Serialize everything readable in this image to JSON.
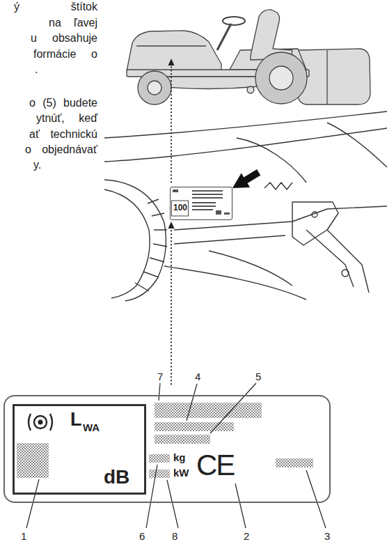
{
  "diagram": {
    "nodes": [
      {
        "text": [
          "100"
        ]
      },
      {
        "text": [
          "kg",
          "kW",
          "CE"
        ]
      },
      {
        "text": [
          "L",
          "WA",
          "dB"
        ],
        "in": 1
      }
    ],
    "labels": [
      "ý štítok",
      "na ľavej",
      "u obsahuje",
      "formácie o",
      ".",
      "o (5) budete",
      "ytnúť, keď",
      "ať technickú",
      "o objednávať",
      "y.",
      "7",
      "4",
      "5",
      "1",
      "6",
      "8",
      "2",
      "3"
    ]
  }
}
